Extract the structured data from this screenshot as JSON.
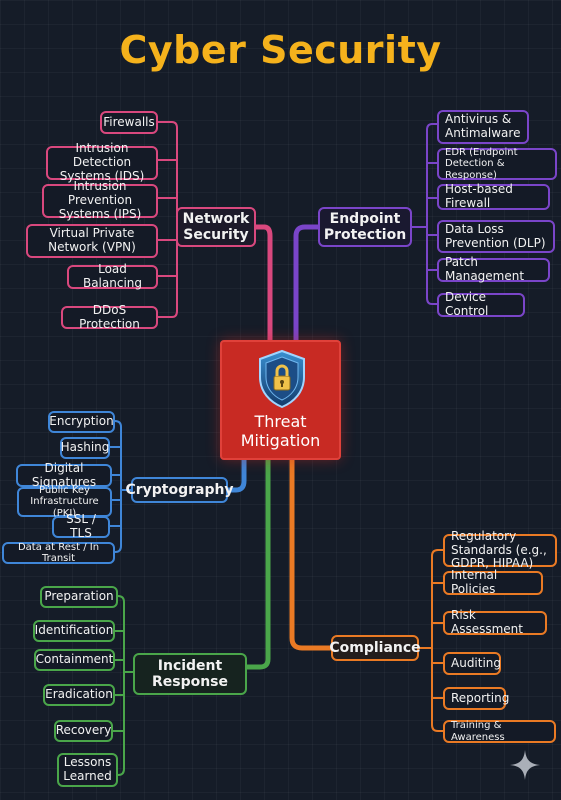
{
  "title": "Cyber Security",
  "center": {
    "line1": "Threat",
    "line2": "Mitigation",
    "icon": "shield-lock-icon"
  },
  "colors": {
    "network": "#d9487e",
    "endpoint": "#7a45c9",
    "cryptography": "#3f86d8",
    "incident": "#4aa64a",
    "compliance": "#ea7a24",
    "title": "#f5b21c",
    "center": "#c82a23"
  },
  "branches": {
    "network": {
      "label_line1": "Network",
      "label_line2": "Security",
      "items": [
        "Firewalls",
        "Intrusion Detection Systems (IDS)",
        "Intrusion Prevention Systems (IPS)",
        "Virtual Private Network (VPN)",
        "Load Balancing",
        "DDoS Protection"
      ]
    },
    "endpoint": {
      "label_line1": "Endpoint",
      "label_line2": "Protection",
      "items": [
        "Antivirus & Antimalware",
        "EDR (Endpoint Detection & Response)",
        "Host-based Firewall",
        "Data Loss Prevention (DLP)",
        "Patch Management",
        "Device Control"
      ]
    },
    "cryptography": {
      "label_line1": "Cryptography",
      "items": [
        "Encryption",
        "Hashing",
        "Digital Signatures",
        "Public Key Infrastructure (PKI)",
        "SSL / TLS",
        "Data at Rest / In Transit"
      ]
    },
    "incident": {
      "label_line1": "Incident",
      "label_line2": "Response",
      "items": [
        "Preparation",
        "Identification",
        "Containment",
        "Eradication",
        "Recovery",
        "Lessons Learned"
      ]
    },
    "compliance": {
      "label_line1": "Compliance",
      "items": [
        "Regulatory Standards (e.g., GDPR, HIPAA)",
        "Internal Policies",
        "Risk Assessment",
        "Auditing",
        "Reporting",
        "Training & Awareness"
      ]
    }
  }
}
